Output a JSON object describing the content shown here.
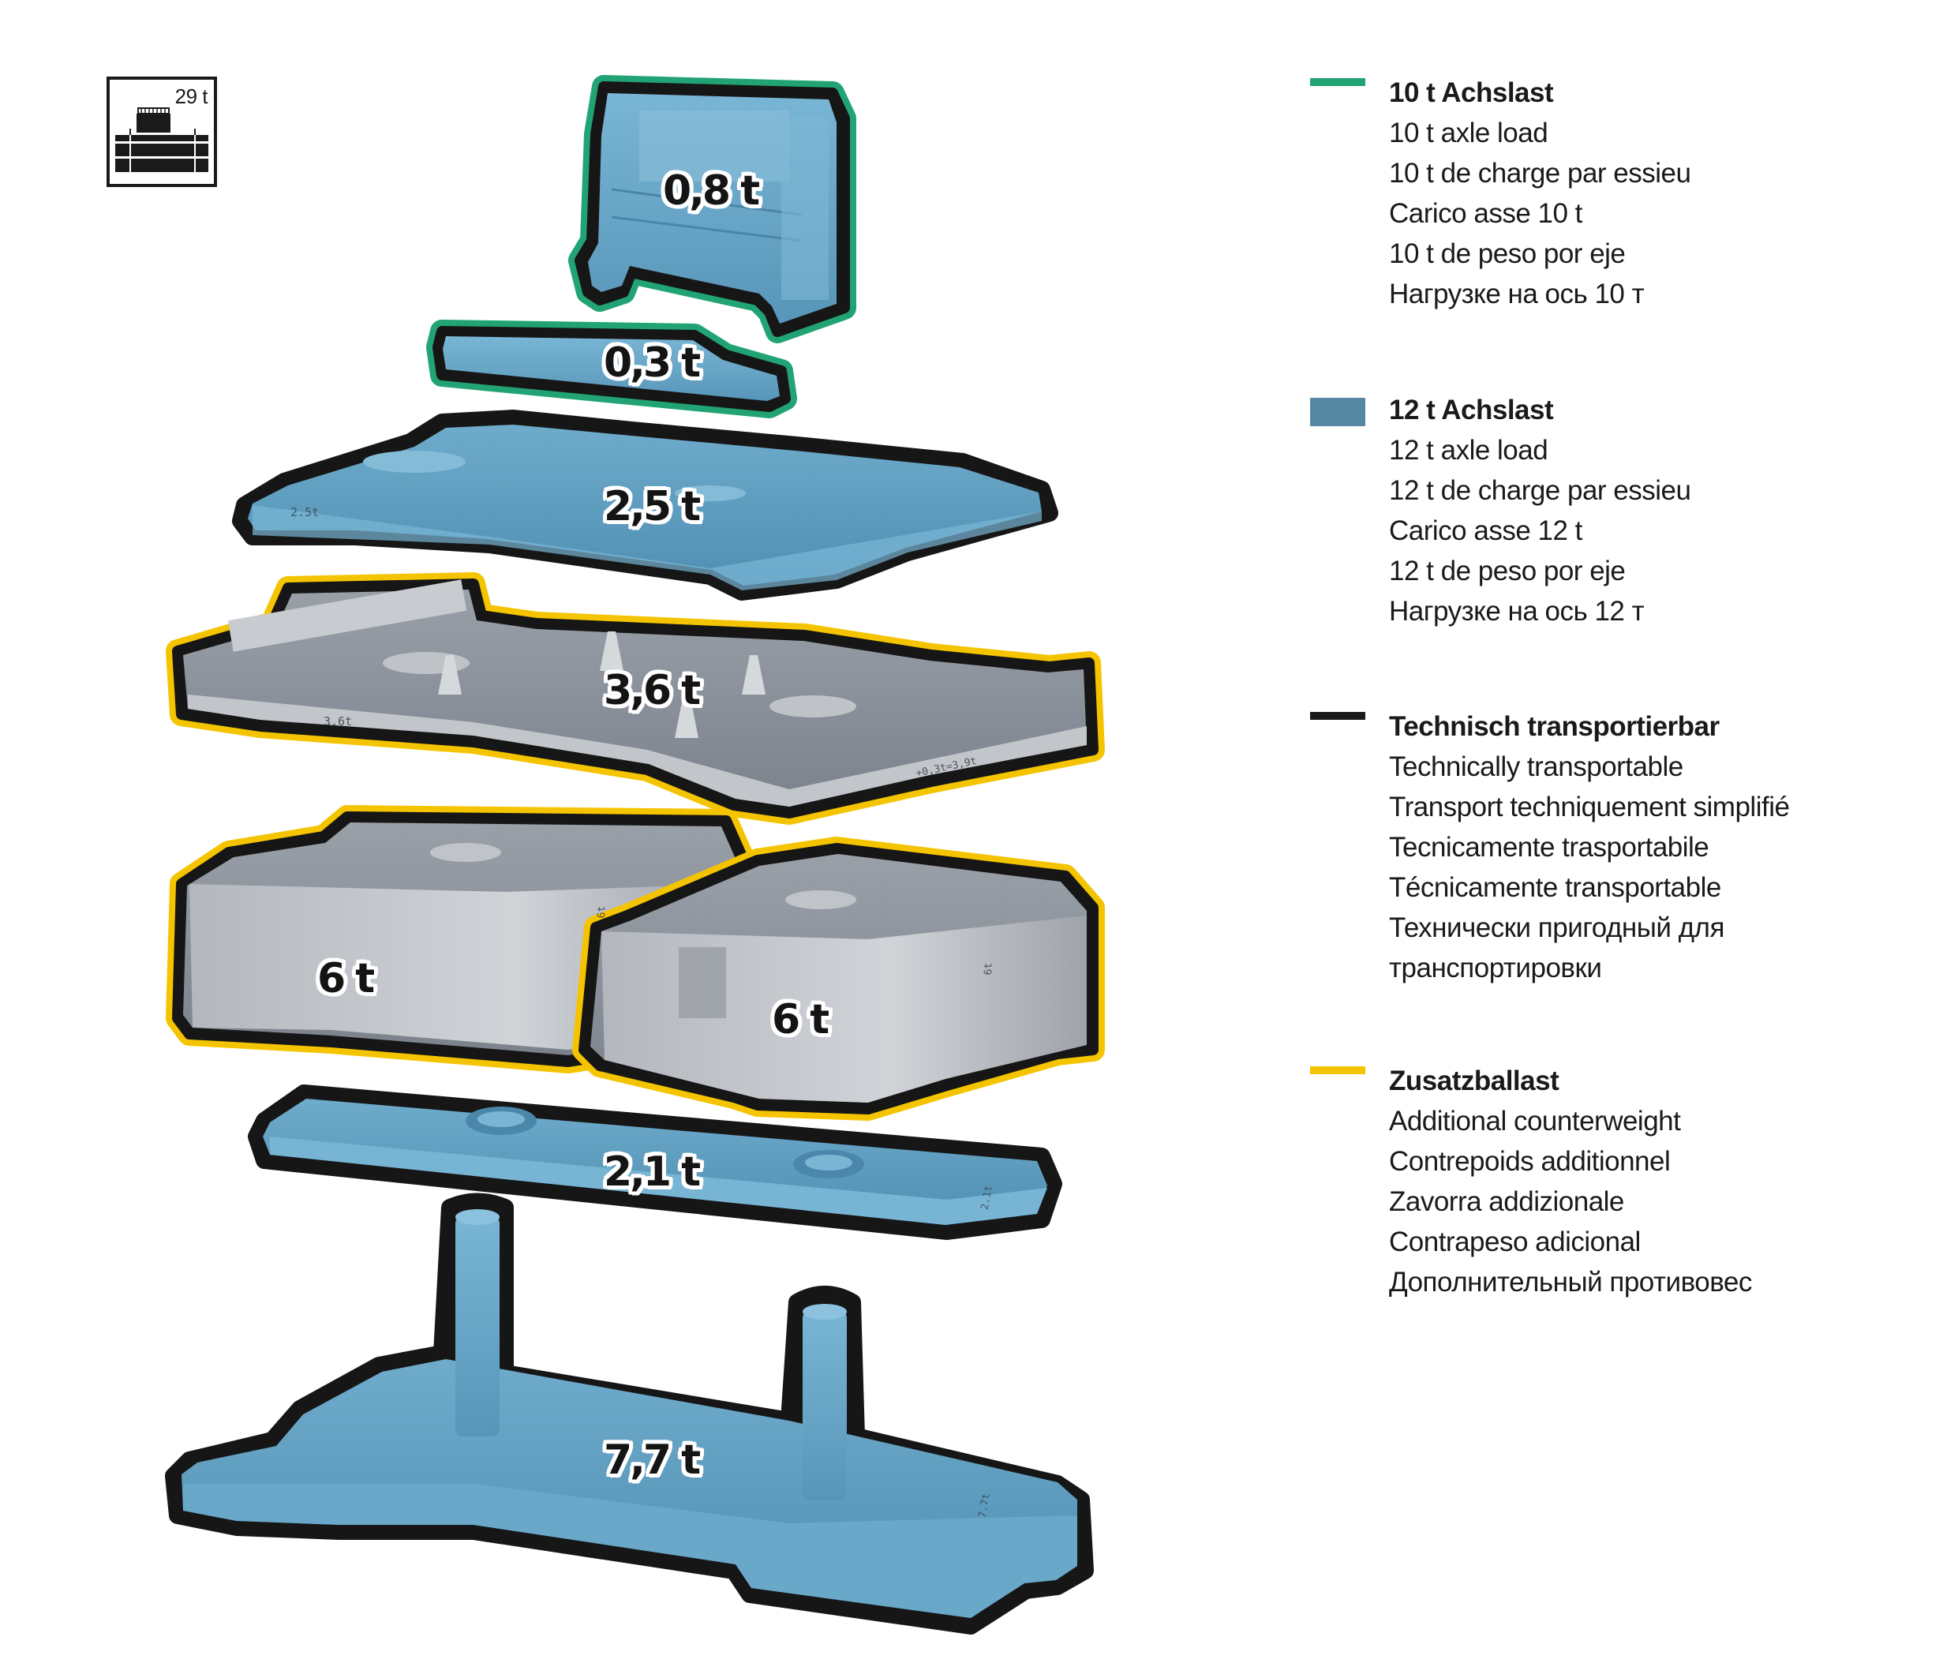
{
  "summary_icon": {
    "name": "counterweight-stack-icon",
    "total_label": "29 t"
  },
  "components": [
    {
      "id": "plate-0-8",
      "weight_label": "0,8 t",
      "category": "10t_axle_load",
      "fill_color": "#6aa6c6",
      "outline_color": "#1fa06e"
    },
    {
      "id": "plate-0-3",
      "weight_label": "0,3 t",
      "category": "10t_axle_load",
      "fill_color": "#5e9ec1",
      "outline_color": "#1fa06e"
    },
    {
      "id": "plate-2-5",
      "weight_label": "2,5 t",
      "category": "12t_axle_load",
      "fill_color": "#5a98bb",
      "outline_color": "#161616",
      "emboss": "2.5t"
    },
    {
      "id": "plate-3-6",
      "weight_label": "3,6 t",
      "category": "additional_counterweight",
      "fill_color": "#8a8f98",
      "outline_color": "#f5c400",
      "emboss": "3.6t",
      "emboss_extra": "+0,3t=3,9t"
    },
    {
      "id": "block-6-left",
      "weight_label": "6 t",
      "category": "additional_counterweight",
      "fill_color": "#9ca1a8",
      "outline_color": "#f5c400",
      "emboss": "6t"
    },
    {
      "id": "block-6-right",
      "weight_label": "6 t",
      "category": "additional_counterweight",
      "fill_color": "#9ca1a8",
      "outline_color": "#f5c400",
      "emboss": "6t"
    },
    {
      "id": "plate-2-1",
      "weight_label": "2,1 t",
      "category": "12t_axle_load",
      "fill_color": "#5a9abd",
      "outline_color": "#161616",
      "emboss": "2.1t"
    },
    {
      "id": "base-7-7",
      "weight_label": "7,7 t",
      "category": "12t_axle_load",
      "fill_color": "#5b9bbe",
      "outline_color": "#161616",
      "emboss": "7.7t"
    }
  ],
  "legend": [
    {
      "swatch": "line",
      "color": "#21a374",
      "title": "10 t Achslast",
      "lines": [
        "10 t axle load",
        "10 t de charge par essieu",
        "Carico asse 10 t",
        "10 t de peso por eje",
        "Нагрузке на ось 10 т"
      ]
    },
    {
      "swatch": "block",
      "color": "#5688a3",
      "title": "12 t Achslast",
      "lines": [
        "12 t axle load",
        "12 t de charge par essieu",
        "Carico asse 12 t",
        "12 t de peso por eje",
        "Нагрузке на ось 12 т"
      ]
    },
    {
      "swatch": "line",
      "color": "#1a1a1a",
      "title": "Technisch transportierbar",
      "lines": [
        "Technically transportable",
        "Transport techniquement simplifié",
        "Tecnicamente trasportabile",
        "Técnicamente transportable",
        "Технически пригодный для",
        "транспортировки"
      ]
    },
    {
      "swatch": "line",
      "color": "#f5c400",
      "title": "Zusatzballast",
      "lines": [
        "Additional counterweight",
        "Contrepoids additionnel",
        "Zavorra addizionale",
        "Contrapeso adicional",
        "Дополнительный противовес"
      ]
    }
  ]
}
